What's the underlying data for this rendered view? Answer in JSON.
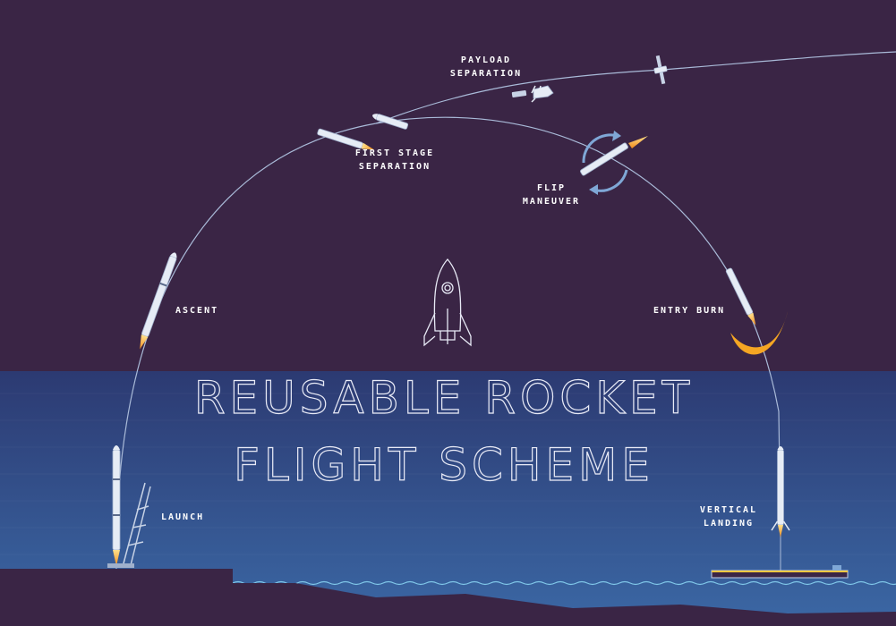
{
  "title": {
    "line1": "REUSABLE ROCKET",
    "line2": "FLIGHT SCHEME"
  },
  "stages": {
    "launch": "LAUNCH",
    "ascent": "ASCENT",
    "first_stage_sep": [
      "FIRST STAGE",
      "SEPARATION"
    ],
    "payload_sep": [
      "PAYLOAD",
      "SEPARATION"
    ],
    "flip": [
      "FLIP",
      "MANEUVER"
    ],
    "entry_burn": "ENTRY BURN",
    "landing": [
      "VERTICAL",
      "LANDING"
    ]
  },
  "colors": {
    "sky": "#3a2545",
    "sea_top": "#2e3d75",
    "sea_bottom": "#3a66a3",
    "land": "#3a2545",
    "trajectory": "#a9bad8",
    "flame": "#f5a623",
    "rocket": "#e6ecf5",
    "accent": "#7fa7d6"
  },
  "icons": [
    "rocket-outline-icon",
    "rotation-arrows-icon",
    "satellite-icon",
    "launch-tower-icon",
    "landing-barge-icon"
  ]
}
